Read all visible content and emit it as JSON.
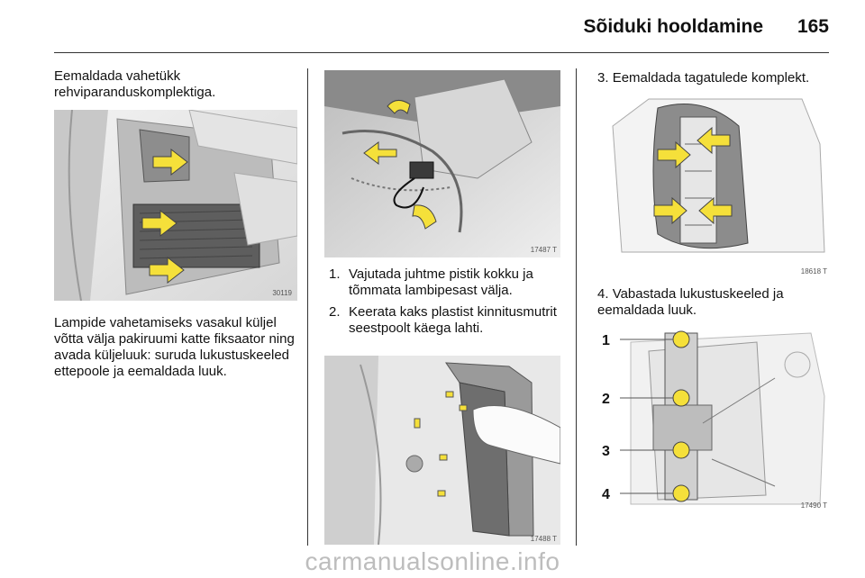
{
  "header": {
    "title": "Sõiduki hooldamine",
    "page_number": "165"
  },
  "col1": {
    "intro": "Eemaldada vahetükk rehviparanduskomplektiga.",
    "fig_code": "30119",
    "body": "Lampide vahetamiseks vasakul küljel võtta välja pakiruumi katte fiksaator ning avada küljeluuk: suruda lukustuskeeled ettepoole ja eemaldada luuk."
  },
  "col2": {
    "fig1_code": "17487 T",
    "steps": [
      {
        "num": "1.",
        "text": "Vajutada juhtme pistik kokku ja tõmmata lambipesast välja."
      },
      {
        "num": "2.",
        "text": "Keerata kaks plastist kinnitusmutrit seestpoolt käega lahti."
      }
    ],
    "fig2_code": "17488 T"
  },
  "col3": {
    "step3": {
      "num": "3.",
      "text": "Eemaldada tagatulede komplekt."
    },
    "fig1_code": "18618 T",
    "step4": {
      "num": "4.",
      "text": "Vabastada lukustuskeeled ja eemaldada luuk."
    },
    "fig2_code": "17490 T",
    "callouts": [
      "1",
      "2",
      "3",
      "4"
    ]
  },
  "watermark": "carmanualsonline.info",
  "colors": {
    "arrow_fill": "#f5e03a",
    "arrow_stroke": "#444444",
    "bulb": "#f5e03a"
  }
}
